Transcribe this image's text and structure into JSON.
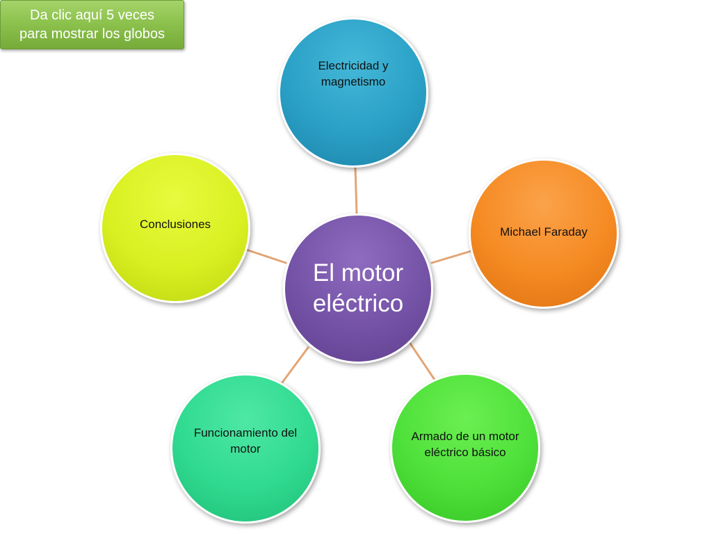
{
  "button": {
    "label": "Da clic aquí 5 veces\npara mostrar los globos",
    "color": "#8dc24e"
  },
  "diagram": {
    "center": {
      "label": "El motor eléctrico",
      "color": "#7452a6"
    },
    "nodes": [
      {
        "id": "electricidad",
        "label": "Electricidad y magnetismo",
        "color": "#2aa0c6"
      },
      {
        "id": "faraday",
        "label": "Michael Faraday",
        "color": "#f58a22"
      },
      {
        "id": "armado",
        "label": "Armado de un motor eléctrico básico",
        "color": "#4ee03a"
      },
      {
        "id": "funcionamiento",
        "label": "Funcionamiento del motor",
        "color": "#30da90"
      },
      {
        "id": "conclusiones",
        "label": "Conclusiones",
        "color": "#d9f021"
      }
    ],
    "connector_color": "#e3a574"
  }
}
